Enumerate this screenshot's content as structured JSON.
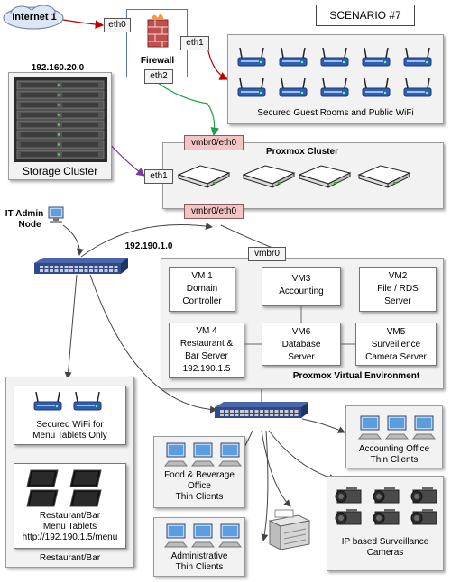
{
  "scenario": "SCENARIO #7",
  "internet": "Internet 1",
  "firewall": {
    "label": "Firewall",
    "eth0": "eth0",
    "eth1": "eth1",
    "eth2": "eth2"
  },
  "guest": {
    "label": "Secured Guest Rooms and Public WiFi"
  },
  "storage": {
    "ip": "192.160.20.0",
    "label": "Storage Cluster",
    "eth1": "eth1"
  },
  "proxmox_cluster": {
    "label": "Proxmox Cluster",
    "vmbr_top": "vmbr0/eth0",
    "vmbr_bottom": "vmbr0/eth0"
  },
  "admin": {
    "label_line1": "IT Admin",
    "label_line2": "Node"
  },
  "subnet": "192.190.1.0",
  "pve": {
    "vmbr": "vmbr0",
    "label": "Proxmox Virtual Environment",
    "vm1": {
      "l1": "VM 1",
      "l2": "Domain",
      "l3": "Controller"
    },
    "vm3": {
      "l1": "VM3",
      "l2": "Accounting"
    },
    "vm2": {
      "l1": "VM2",
      "l2": "File / RDS",
      "l3": "Server"
    },
    "vm4": {
      "l1": "VM 4",
      "l2": "Restaurant &",
      "l3": "Bar Server",
      "l4": "192.190.1.5"
    },
    "vm6": {
      "l1": "VM6",
      "l2": "Database",
      "l3": "Server"
    },
    "vm5": {
      "l1": "VM5",
      "l2": "Surveillence",
      "l3": "Camera Server"
    }
  },
  "restaurant": {
    "label": "Restaurant/Bar",
    "wifi_l1": "Secured WiFi for",
    "wifi_l2": "Menu Tablets Only",
    "tab_l1": "Restaurant/Bar",
    "tab_l2": "Menu Tablets",
    "tab_l3": "http://192.190.1.5/menu"
  },
  "accounting": {
    "l1": "Accounting Office",
    "l2": "Thin Clients"
  },
  "food": {
    "l1": "Food & Beverage",
    "l2": "Office",
    "l3": "Thin Clients"
  },
  "adminclients": {
    "l1": "Administrative",
    "l2": "Thin Clients"
  },
  "cameras": {
    "l1": "IP based Surveillance",
    "l2": "Cameras"
  }
}
